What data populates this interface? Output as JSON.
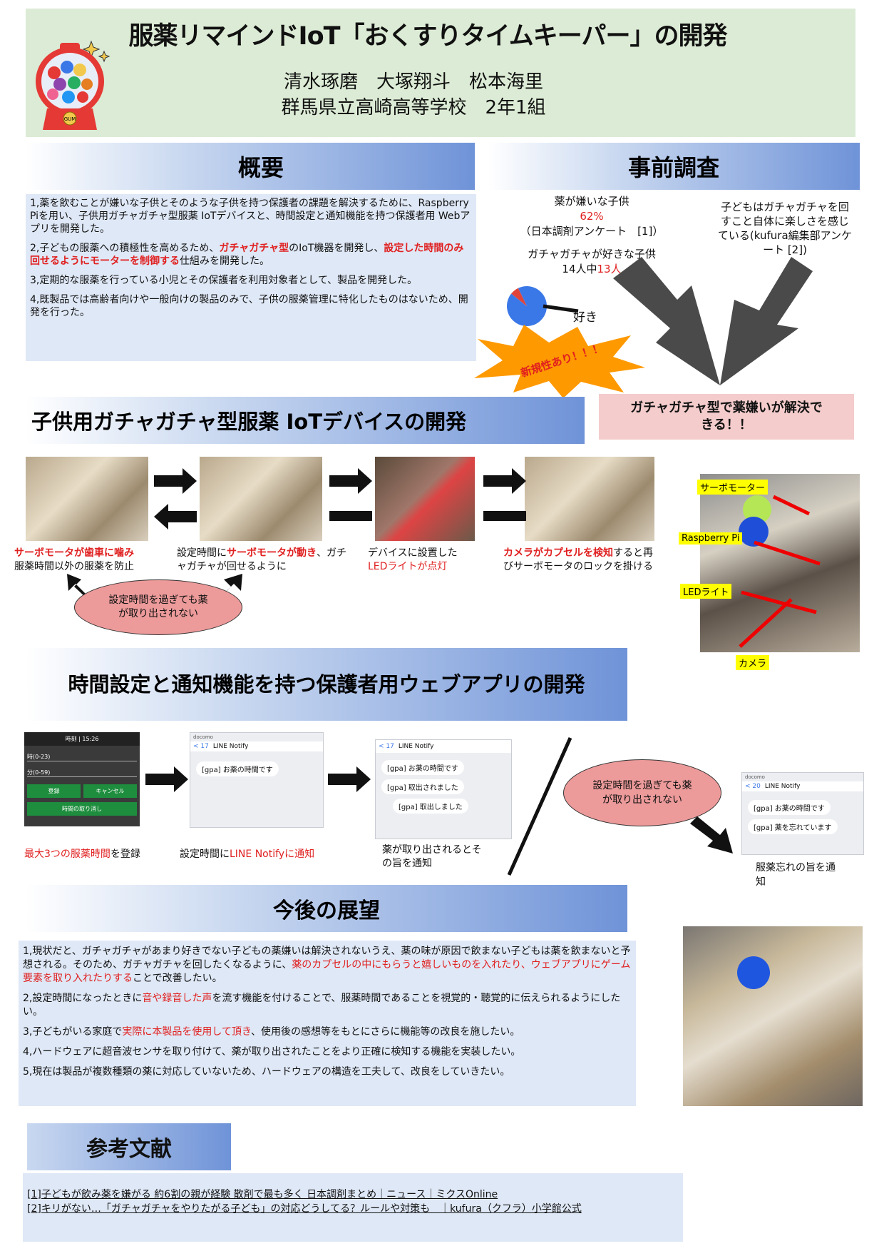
{
  "header": {
    "title": "服薬リマインドIoT「おくすりタイムキーパー」の開発",
    "authors": "清水琢磨　大塚翔斗　松本海里",
    "school": "群馬県立高崎高等学校　2年1組",
    "machine_label": "GUM"
  },
  "overview": {
    "title": "概要",
    "p1": "1,薬を飲むことが嫌いな子供とそのような子供を持つ保護者の課題を解決するために、Raspberry Piを用い、子供用ガチャガチャ型服薬 IoTデバイスと、時間設定と通知機能を持つ保護者用 Webアプリを開発した。",
    "p2a": "2,子どもの服薬への積極性を高めるため、",
    "p2b": "ガチャガチャ型",
    "p2c": "のIoT機器を開発し、",
    "p2d": "設定した時間のみ回せるようにモーターを制御する",
    "p2e": "仕組みを開発した。",
    "p3": "3,定期的な服薬を行っている小児とその保護者を利用対象者として、製品を開発した。",
    "p4": "4,既製品では高齢者向けや一般向けの製品のみで、子供の服薬管理に特化したものはないため、開発を行った。"
  },
  "survey": {
    "title": "事前調査",
    "stat1_label": "薬が嫌いな子供",
    "stat1_value": "62%",
    "stat1_source": "（日本調剤アンケート　[1]）",
    "stat2_label": "ガチャガチャが好きな子供",
    "stat2_value_a": "14人中",
    "stat2_value_b": "13人",
    "pie_label": "好き",
    "right_text": "子どもはガチャガチャを回すこと自体に楽しさを感じている(kufura編集部アンケート [2])",
    "burst": "新規性あり！！！",
    "conclusion": "ガチャガチャ型で薬嫌いが解決できる！！"
  },
  "device": {
    "title": "子供用ガチャガチャ型服薬 IoTデバイスの開発",
    "cap1a": "サーボモータが歯車に噛み",
    "cap1b": "服薬時間以外の服薬を防止",
    "cap2a": "設定時間に",
    "cap2b": "サーボモータが動き",
    "cap2c": "、ガチャガチャが回せるように",
    "cap3a": "デバイスに設置した",
    "cap3b": "LEDライトが点灯",
    "cap4a": "カメラがカプセルを検知",
    "cap4b": "すると再びサーボモータのロックを掛ける",
    "ellipse": "設定時間を過ぎても薬が取り出されない",
    "labels": [
      "サーボモーター",
      "Raspberry Pi",
      "LEDライト",
      "カメラ"
    ]
  },
  "webapp": {
    "title": "時間設定と通知機能を持つ保護者用ウェブアプリの開発",
    "form": {
      "time": "時刻 | 15:26",
      "field1": "時(0-23)",
      "field2": "分(0-59)",
      "register": "登録",
      "cancel": "キャンセル",
      "cancel_time": "時間の取り消し"
    },
    "phone_status": "docomo",
    "line_header": "LINE Notify",
    "line_back": "< 17",
    "line_back2": "< 20",
    "msg1": "[gpa] お薬の時間です",
    "msg2a": "[gpa] お薬の時間です",
    "msg2b": "[gpa] 取出されました",
    "msg2c": "[gpa] 取出しました",
    "msg3a": "[gpa] お薬の時間です",
    "msg3b": "[gpa] 薬を忘れています",
    "cap1a": "最大3つの服薬時間",
    "cap1b": "を登録",
    "cap2a": "設定時間に",
    "cap2b": "LINE Notifyに通知",
    "cap3": "薬が取り出されるとその旨を通知",
    "ellipse": "設定時間を過ぎても薬が取り出されない",
    "cap4": "服薬忘れの旨を通知"
  },
  "future": {
    "title": "今後の展望",
    "p1a": "1,現状だと、ガチャガチャがあまり好きでない子どもの薬嫌いは解決されないうえ、薬の味が原因で飲まない子どもは薬を飲まないと予想される。そのため、ガチャガチャを回したくなるように、",
    "p1b": "薬のカプセルの中にもらうと嬉しいものを入れたり、ウェブアプリにゲーム要素を取り入れたりする",
    "p1c": "ことで改善したい。",
    "p2a": "2,設定時間になったときに",
    "p2b": "音や録音した声",
    "p2c": "を流す機能を付けることで、服薬時間であることを視覚的・聴覚的に伝えられるようにしたい。",
    "p3a": "3,子どもがいる家庭で",
    "p3b": "実際に本製品を使用して頂き",
    "p3c": "、使用後の感想等をもとにさらに機能等の改良を施したい。",
    "p4": "4,ハードウェアに超音波センサを取り付けて、薬が取り出されたことをより正確に検知する機能を実装したい。",
    "p5": "5,現在は製品が複数種類の薬に対応していないため、ハードウェアの構造を工夫して、改良をしていきたい。"
  },
  "references": {
    "title": "参考文献",
    "r1": "[1]子どもが飲み薬を嫌がる 約6割の親が経験 散剤で最も多く 日本調剤まとめ｜ニュース｜ミクスOnline",
    "r2": "[2]キリがない…「ガチャガチャをやりたがる子ども」の対応どうしてる？ルールや対策も　｜kufura（クフラ）小学館公式"
  },
  "colors": {
    "header_bg": "#dcebd5",
    "panel_bg": "#dfe8f6",
    "accent_red": "#e02020",
    "section_blue": "#6f93d8",
    "conclusion_bg": "#f4cccc",
    "ellipse_bg": "#ec9a9a",
    "burst": "#ff9900"
  },
  "chart_data": {
    "type": "pie",
    "categories": [
      "好き",
      ""
    ],
    "values": [
      13,
      1
    ],
    "colors": [
      "#3b78e7",
      "#e0433a"
    ]
  }
}
